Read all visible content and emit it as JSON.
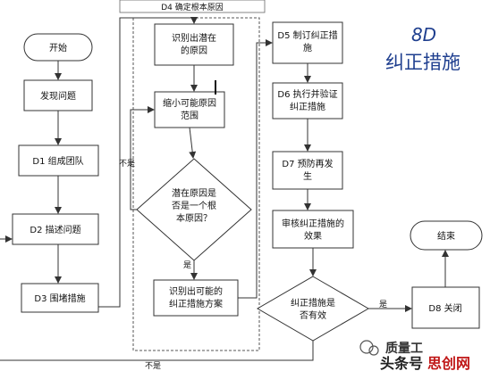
{
  "title": {
    "main": "8D",
    "sub": "纠正措施"
  },
  "d4_group_label": "D4 确定根本原因",
  "nodes": {
    "start": "开始",
    "discover": "发现问题",
    "d1": "D1 组成团队",
    "d2": "D2 描述问题",
    "d3": "D3 围堵措施",
    "identify_causes": [
      "识别出潜在",
      "的原因"
    ],
    "narrow": [
      "缩小可能原因",
      "范围"
    ],
    "root_check": [
      "潜在原因是",
      "否是一个根",
      "本原因？"
    ],
    "identify_actions": [
      "识别出可能的",
      "纠正措施方案"
    ],
    "d5": [
      "D5 制订纠正措",
      "施"
    ],
    "d6": [
      "D6 执行并验证",
      "纠正措施"
    ],
    "d7": [
      "D7 预防再发",
      "生"
    ],
    "review": [
      "审核纠正措施的",
      "效果"
    ],
    "effective_check": [
      "纠正措施是",
      "否有效"
    ],
    "d8": "D8 关闭",
    "end": "结束"
  },
  "edge_labels": {
    "no_loop_top": "不是",
    "yes_down": "是",
    "yes_right": "是",
    "no_bottom": "不是"
  },
  "watermark": {
    "line1": "质量工",
    "line2_a": "头条号",
    "line2_b": "思创网"
  },
  "colors": {
    "stroke": "#333333",
    "fill": "#ffffff",
    "title": "#1f3f8f",
    "watermark_red": "#c01818"
  }
}
